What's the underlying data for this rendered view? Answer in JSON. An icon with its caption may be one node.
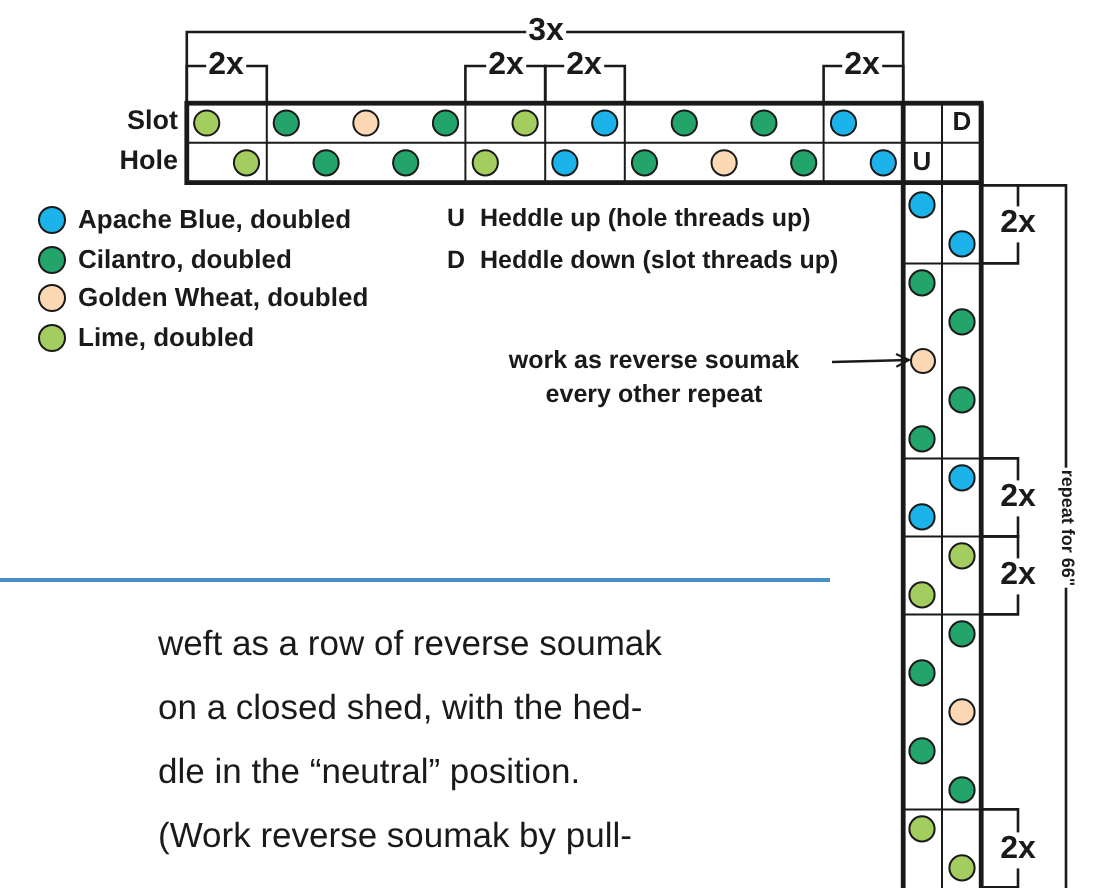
{
  "diagram": {
    "nodes": [
      {
        "text": [
          "work as reverse soumak every other repeat"
        ]
      },
      {
        "text": [],
        "shape": "circle"
      }
    ],
    "edges": [
      {
        "from": 0,
        "to": 1,
        "arrow": "to"
      }
    ],
    "labels": [
      "3x",
      "2x",
      "2x",
      "2x",
      "2x",
      "Slot",
      "D",
      "Hole",
      "U",
      "U",
      "Heddle up (hole threads up)",
      "2x",
      "D",
      "Heddle down (slot threads up)",
      "repeat for 66\"",
      "2x",
      "2x",
      "2x",
      "weft as a row of reverse soumak",
      "on a closed shed, with the hed-",
      "dle in the “neutral” position.",
      "(Work reverse soumak by pull-"
    ],
    "legend": [
      {
        "text": "Apache Blue, doubled",
        "color": "#1bb3ea"
      },
      {
        "text": "Cilantro, doubled",
        "color": "#22a46a"
      },
      {
        "text": "Golden Wheat, doubled",
        "color": "#fcd9b4"
      },
      {
        "text": "Lime, doubled",
        "color": "#a3cd5f"
      }
    ]
  }
}
